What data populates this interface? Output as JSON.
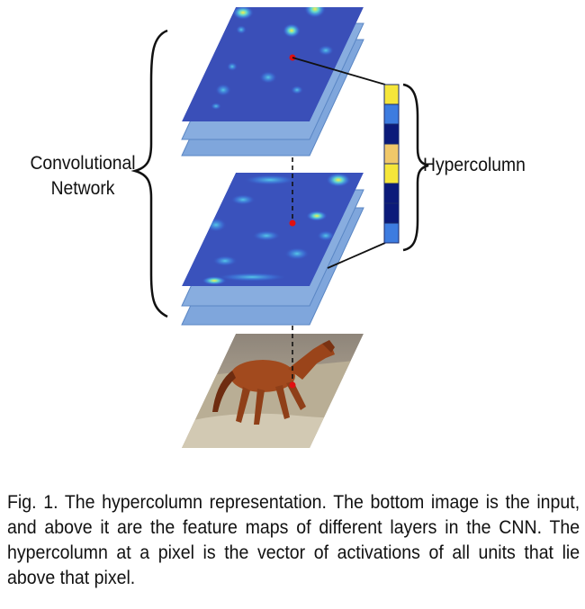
{
  "labels": {
    "convolutional_line1": "Convolutional",
    "convolutional_line2": "Network",
    "hypercolumn": "Hypercolumn"
  },
  "caption": "Fig. 1. The hypercolumn representation. The bottom image is the input, and above it are the feature maps of different layers in the CNN. The hypercolumn at a pixel is the vector of activations of all units that lie above that pixel.",
  "colors": {
    "layer_back": "#7fa6dc",
    "layer_back_edge": "#5a86c4",
    "featuremap_base": "#3a4fb8",
    "hot": "#f2e640",
    "warm": "#42c7d9",
    "pixel_dot": "#e01010"
  },
  "hypercolumn_cells": [
    "#f5e63a",
    "#3d7ce0",
    "#0b1a7a",
    "#f0c86a",
    "#f5e63a",
    "#0b1a7a",
    "#0b1a7a",
    "#3d7ce0"
  ],
  "input_image": {
    "subject": "horse",
    "icon": "horse-photo"
  }
}
